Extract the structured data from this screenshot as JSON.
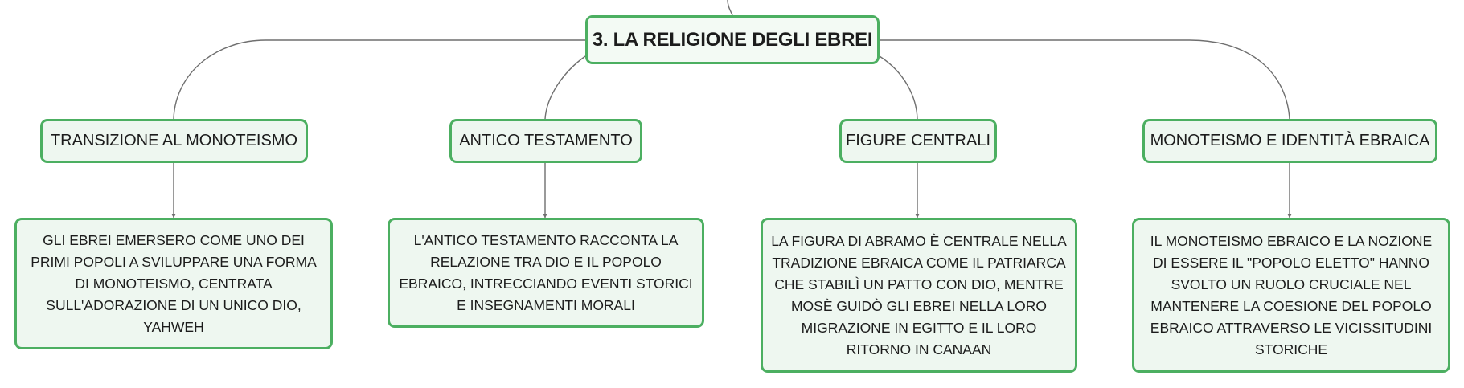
{
  "root": {
    "label": "3. LA RELIGIONE DEGLI EBREI"
  },
  "topics": [
    {
      "label": "TRANSIZIONE AL MONOTEISMO",
      "detail": "GLI EBREI EMERSERO COME UNO DEI PRIMI POPOLI A SVILUPPARE UNA FORMA DI MONOTEISMO, CENTRATA SULL'ADORAZIONE DI UN UNICO DIO, YAHWEH"
    },
    {
      "label": "ANTICO TESTAMENTO",
      "detail": "L'ANTICO TESTAMENTO RACCONTA LA RELAZIONE TRA DIO E IL POPOLO EBRAICO, INTRECCIANDO EVENTI STORICI E INSEGNAMENTI MORALI"
    },
    {
      "label": "FIGURE CENTRALI",
      "detail": "LA FIGURA DI ABRAMO È CENTRALE NELLA TRADIZIONE EBRAICA COME IL PATRIARCA CHE STABILÌ UN PATTO CON DIO, MENTRE MOSÈ GUIDÒ GLI EBREI NELLA LORO MIGRAZIONE IN EGITTO E IL LORO RITORNO IN CANAAN"
    },
    {
      "label": "MONOTEISMO E IDENTITÀ EBRAICA",
      "detail": "IL MONOTEISMO EBRAICO E LA NOZIONE DI ESSERE IL \"POPOLO ELETTO\" HANNO SVOLTO UN RUOLO CRUCIALE NEL MANTENERE LA COESIONE DEL POPOLO EBRAICO ATTRAVERSO LE VICISSITUDINI STORICHE"
    }
  ],
  "colors": {
    "node_border": "#4caf61",
    "node_fill": "#eef7f0",
    "connector": "#6f6f6f"
  }
}
